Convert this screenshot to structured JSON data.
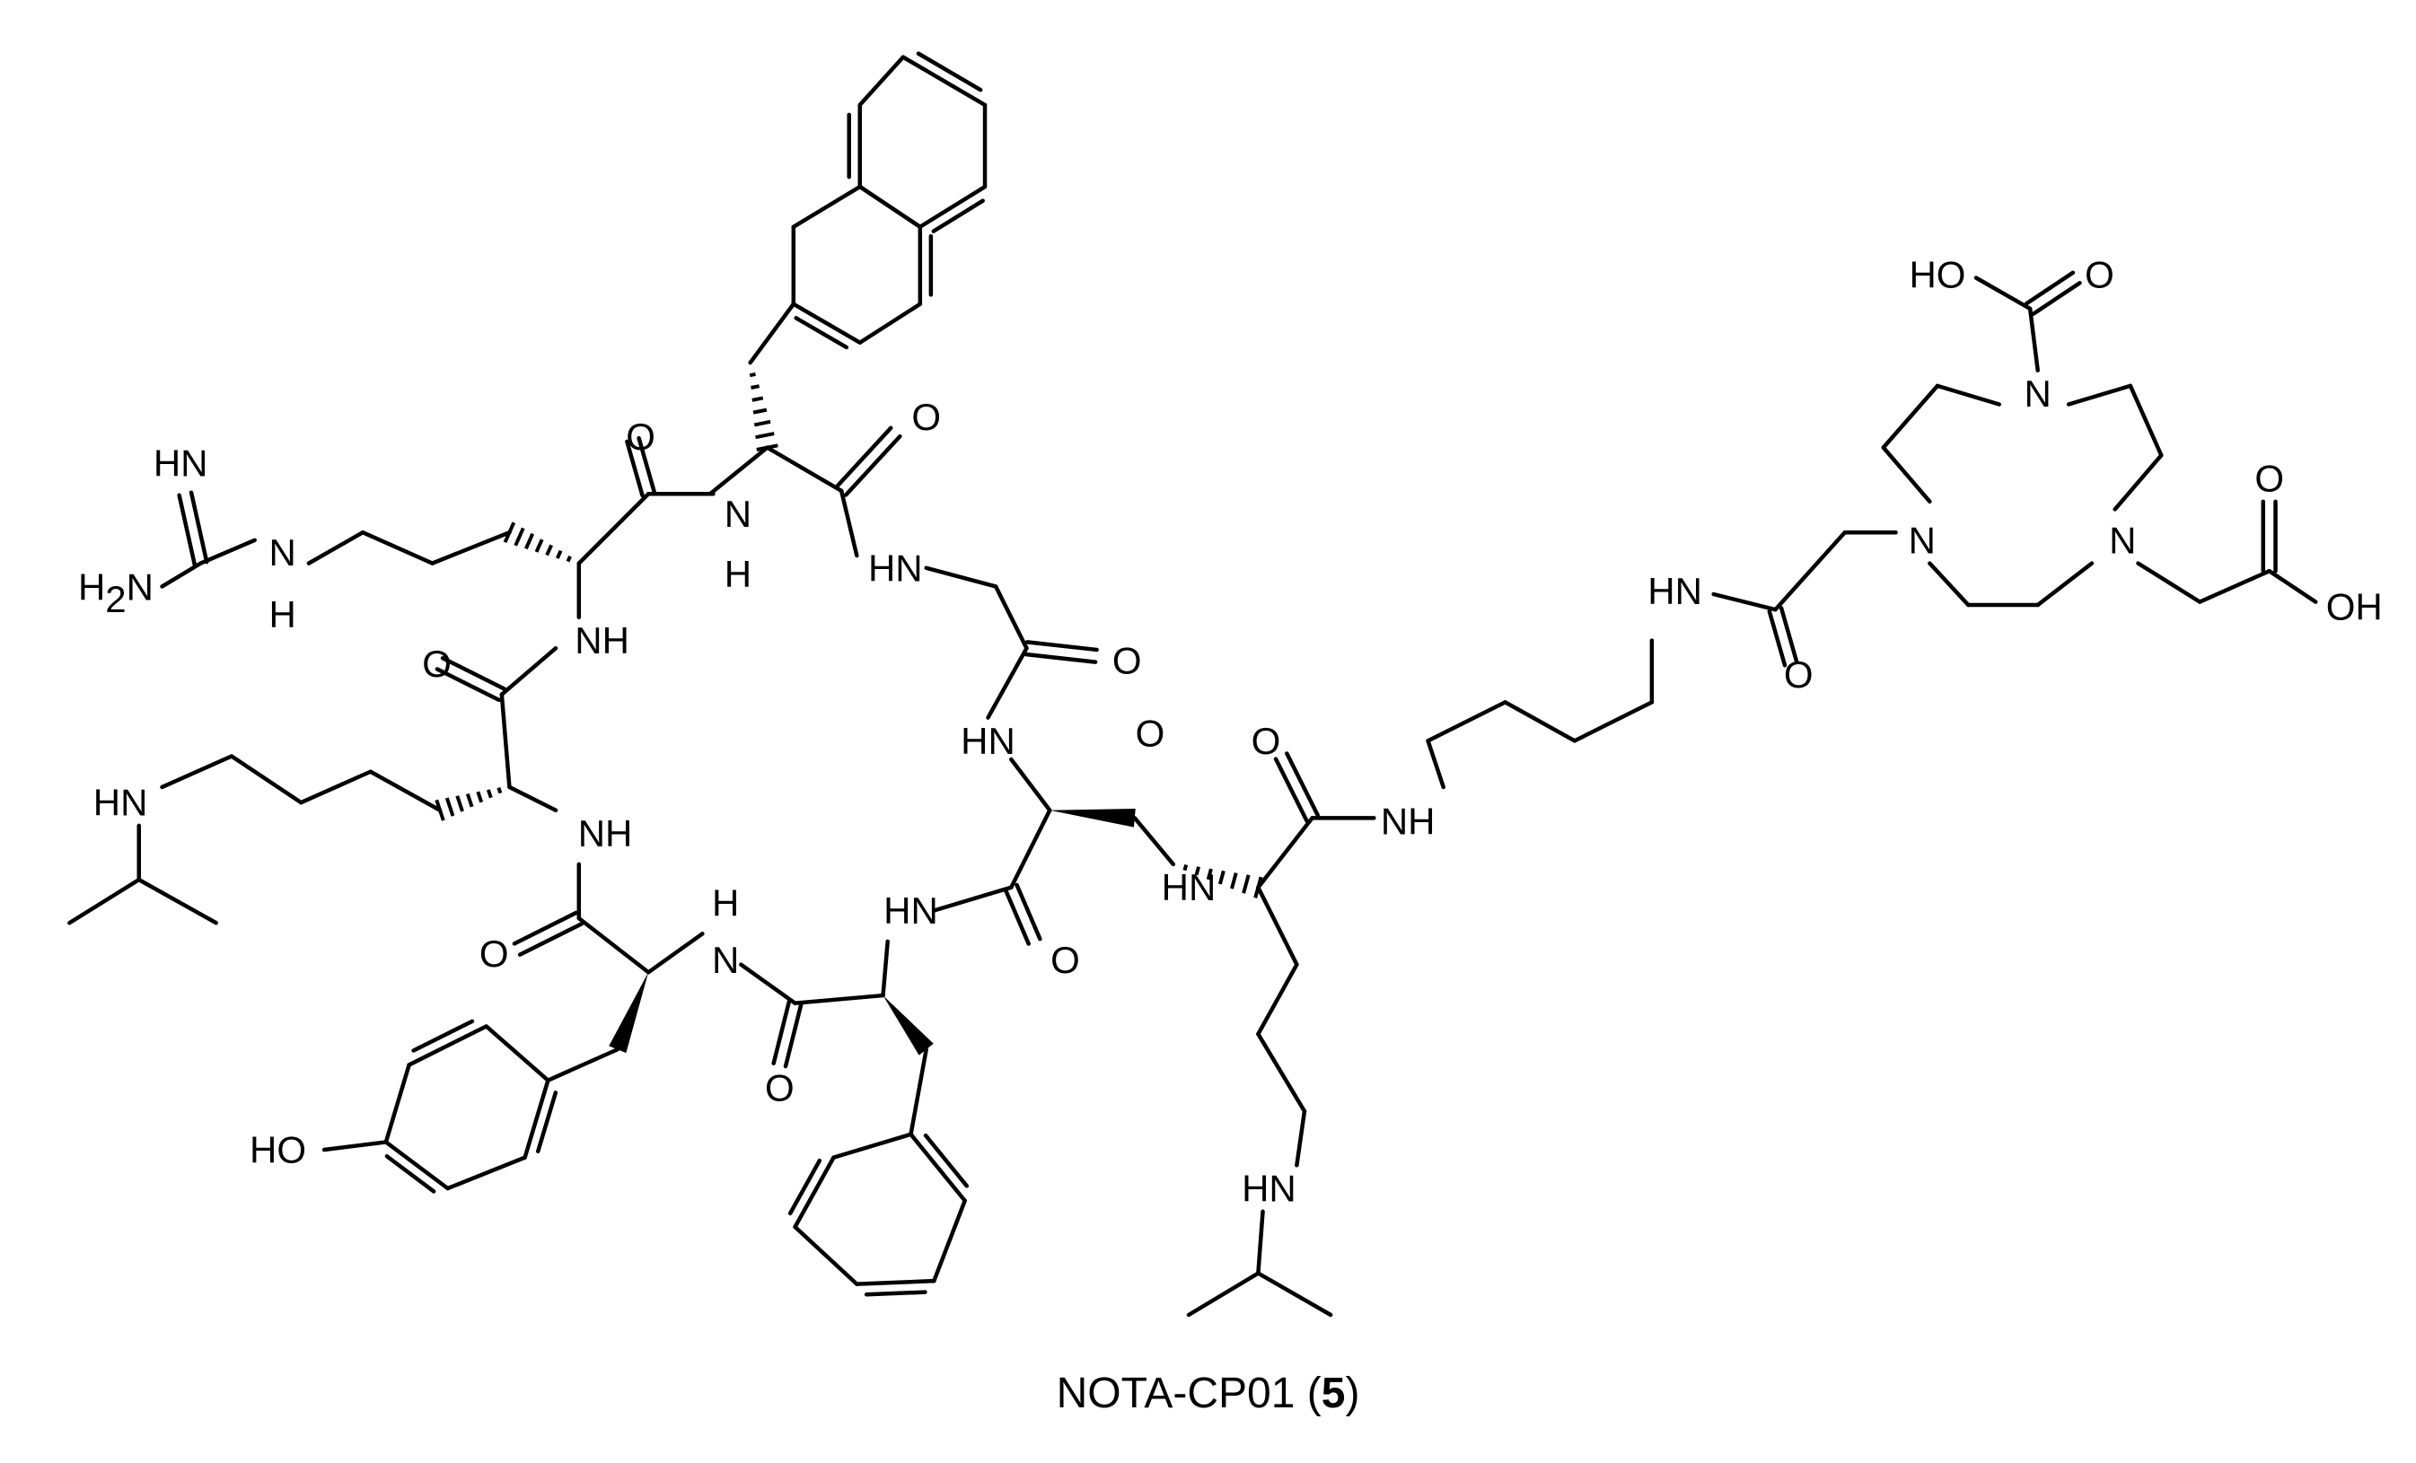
{
  "caption": {
    "name": "NOTA-CP01",
    "open_paren": " (",
    "compound_number": "5",
    "close_paren": ")"
  },
  "atom_labels": {
    "HN": "HN",
    "H2N_main": "H",
    "H2N_sub": "2",
    "H2N_N": "N",
    "NH": "NH",
    "N": "N",
    "H": "H",
    "HO": "HO",
    "OH": "OH",
    "O": "O"
  }
}
